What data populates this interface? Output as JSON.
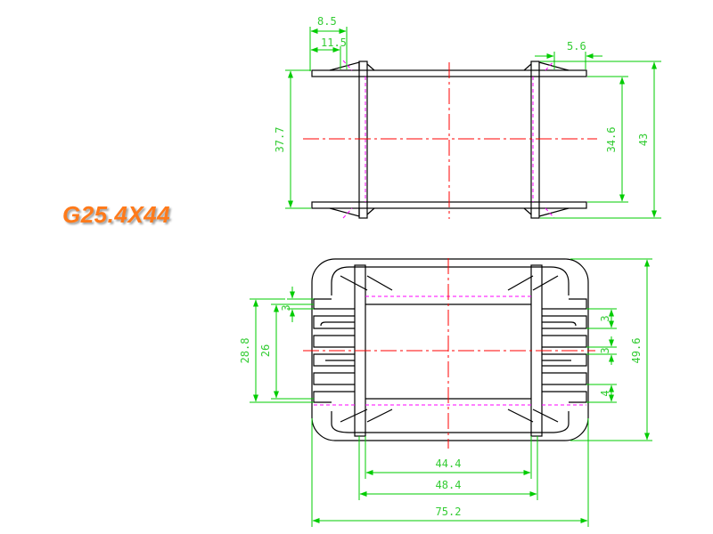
{
  "title": "G25.4X44",
  "colors": {
    "outline": "#000000",
    "dimension": "#00cc00",
    "centerline": "#ff0000",
    "hidden": "#ff00ff",
    "title": "#ff7a1a"
  },
  "dimensions": {
    "top_view": {
      "d_8_5": "8.5",
      "d_11_5": "11.5",
      "d_5_6": "5.6",
      "d_37_7": "37.7",
      "d_34_6": "34.6",
      "d_43": "43"
    },
    "front_view": {
      "d_3_left": "3",
      "d_28_8": "28.8",
      "d_26": "26",
      "d_3_right_top": "3",
      "d_3_right_mid": "3",
      "d_4": "4",
      "d_49_6": "49.6",
      "d_44_4": "44.4",
      "d_48_4": "48.4",
      "d_75_2": "75.2"
    }
  }
}
